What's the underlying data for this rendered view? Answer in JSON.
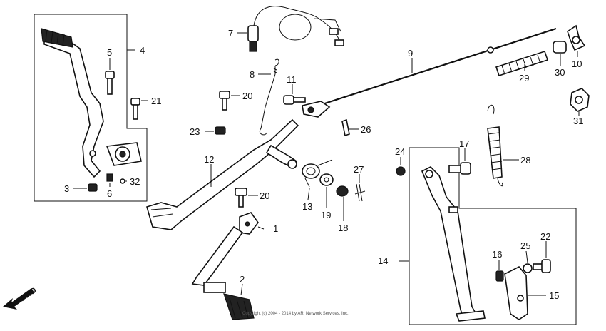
{
  "callouts": [
    "1",
    "2",
    "3",
    "4",
    "5",
    "6",
    "7",
    "8",
    "9",
    "10",
    "11",
    "12",
    "13",
    "14",
    "15",
    "16",
    "17",
    "18",
    "19",
    "20",
    "20",
    "21",
    "22",
    "23",
    "24",
    "25",
    "26",
    "27",
    "28",
    "29",
    "30",
    "31",
    "32"
  ],
  "direction_label": "FWD",
  "copyright": "Copyright (c) 2004 - 2014 by ARI Network Services, Inc.",
  "colors": {
    "line": "#111111",
    "background": "#ffffff"
  }
}
